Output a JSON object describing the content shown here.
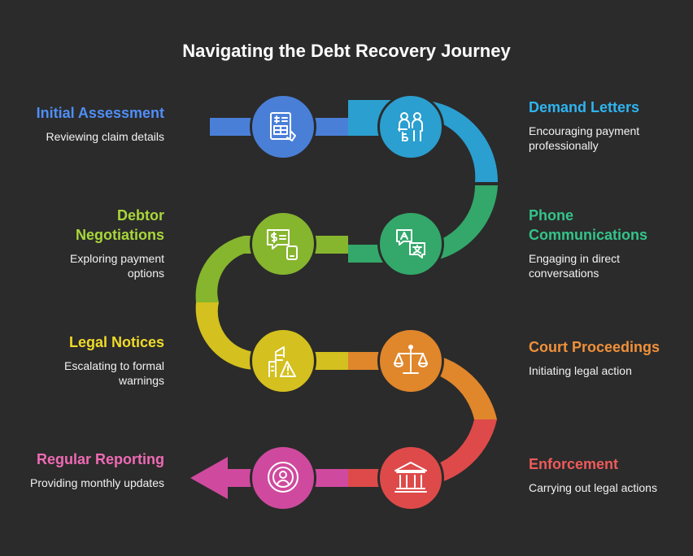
{
  "title": "Navigating the Debt Recovery Journey",
  "steps": [
    {
      "title": "Initial Assessment",
      "desc": "Reviewing claim details",
      "color": "#4a7fd8",
      "icon": "invoice-hand-icon"
    },
    {
      "title": "Demand Letters",
      "desc": "Encouraging payment professionally",
      "color": "#2a9fd0",
      "icon": "two-people-icon"
    },
    {
      "title": "Phone Communications",
      "desc": "Engaging in direct conversations",
      "color": "#33a86a",
      "icon": "translate-chat-icon"
    },
    {
      "title": "Debtor Negotiations",
      "desc": "Exploring payment options",
      "color": "#86b52e",
      "icon": "money-chat-phone-icon"
    },
    {
      "title": "Legal Notices",
      "desc": "Escalating to formal warnings",
      "color": "#d4c01e",
      "icon": "buildings-warning-icon"
    },
    {
      "title": "Court Proceedings",
      "desc": "Initiating legal action",
      "color": "#e0862b",
      "icon": "scales-icon"
    },
    {
      "title": "Enforcement",
      "desc": "Carrying out legal actions",
      "color": "#de4a4a",
      "icon": "courthouse-icon"
    },
    {
      "title": "Regular Reporting",
      "desc": "Providing monthly updates",
      "color": "#cf4a9e",
      "icon": "person-signal-icon"
    }
  ],
  "heading_colors": [
    "#4f8ef7",
    "#2fb4f0",
    "#33c48a",
    "#a8d63a",
    "#f0da2a",
    "#f0913a",
    "#ee5a5a",
    "#f06ab5"
  ]
}
